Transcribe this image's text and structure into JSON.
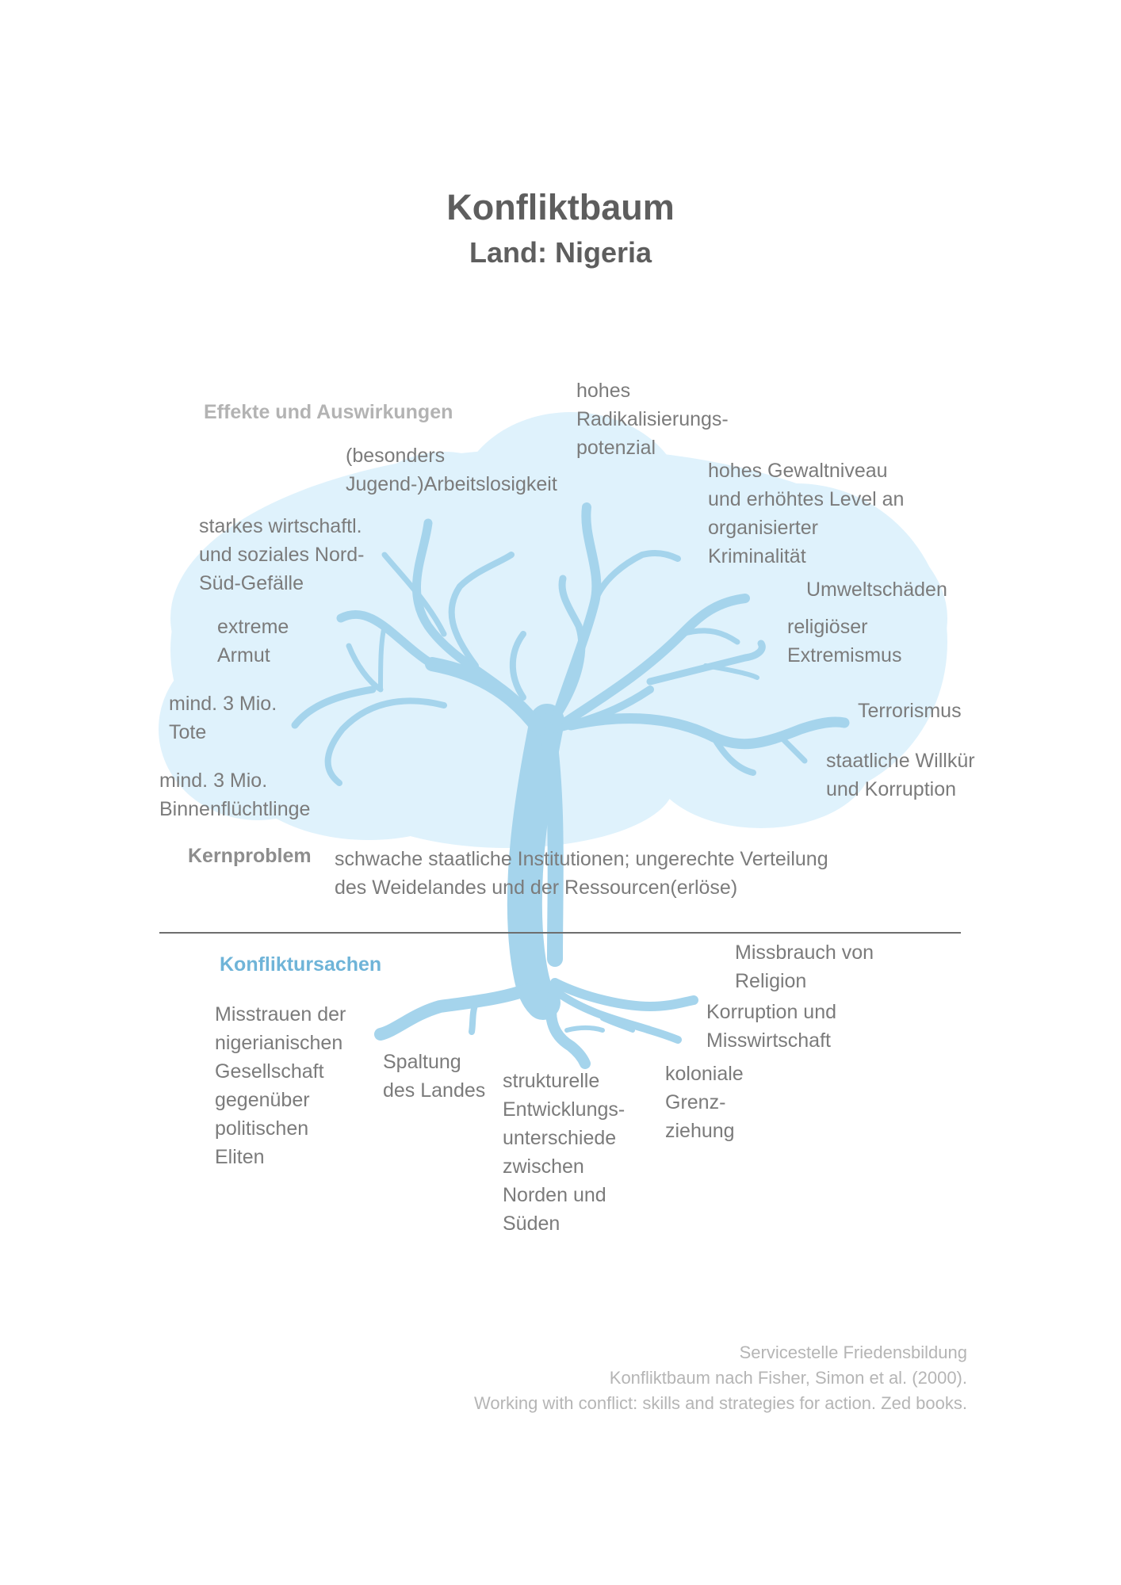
{
  "header": {
    "title": "Konfliktbaum",
    "subtitle": "Land: Nigeria"
  },
  "colors": {
    "canopy": "#dff2fc",
    "trunk": "#a5d4ec",
    "section_effects": "#b3b3b3",
    "section_core": "#8d8d8d",
    "section_causes": "#6fb4d8",
    "body_text": "#7b7b7b",
    "credit_text": "#b5b5b5"
  },
  "effects": {
    "heading": "Effekte und Auswirkungen",
    "items": [
      "hohes\nRadikalisierungs-\npotenzial",
      "(besonders\nJugend-)Arbeitslosigkeit",
      "hohes Gewaltniveau\nund erhöhtes Level an\norganisierter\nKriminalität",
      "starkes wirtschaftl.\nund soziales Nord-\nSüd-Gefälle",
      "Umweltschäden",
      "extreme\nArmut",
      "religiöser\nExtremismus",
      "mind. 3 Mio.\nTote",
      "Terrorismus",
      "staatliche Willkür\nund Korruption",
      "mind. 3 Mio.\nBinnenflüchtlinge"
    ]
  },
  "core": {
    "heading": "Kernproblem",
    "text": "schwache staatliche Institutionen; ungerechte Verteilung\ndes Weidelandes und der Ressourcen(erlöse)"
  },
  "causes": {
    "heading": "Konfliktursachen",
    "items": [
      "Missbrauch von\nReligion",
      "Korruption und\nMisswirtschaft",
      "Misstrauen der\nnigerianischen\nGesellschaft\ngegenüber\npolitischen\nEliten",
      "Spaltung\ndes Landes",
      "strukturelle\nEntwicklungs-\nunterschiede\nzwischen\nNorden und\nSüden",
      "koloniale\nGrenz-\nziehung"
    ]
  },
  "credits": [
    "Servicestelle Friedensbildung",
    "Konfliktbaum nach Fisher, Simon et al. (2000).",
    "Working with conflict: skills and strategies for action. Zed books."
  ]
}
